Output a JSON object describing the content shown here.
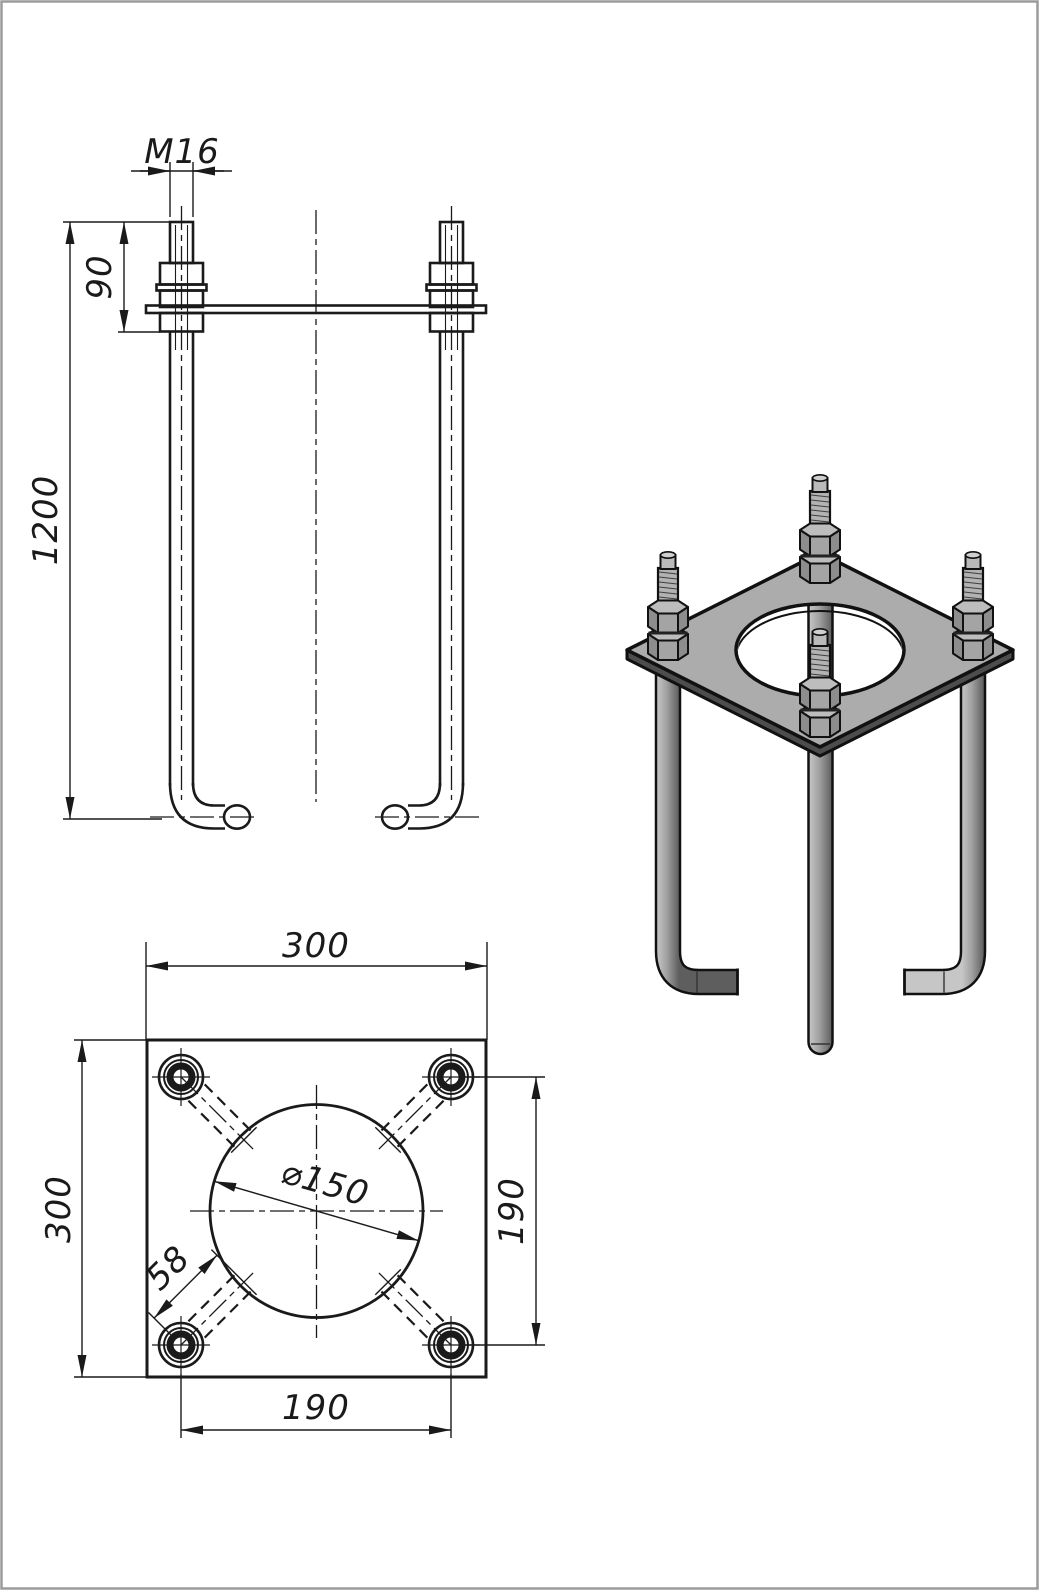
{
  "drawing": {
    "type": "anchor-bolt-foundation-assembly",
    "views": {
      "front_view": "front orthographic view of two L-shaped anchor bolts with template plate",
      "plan_view": "top view of square base plate",
      "isometric_view": "shaded 3D view of assembled anchor block"
    }
  },
  "dims": {
    "front": {
      "thread_size": "M16",
      "thread_projection": "90",
      "bolt_length": "1200"
    },
    "plan": {
      "plate_width": "300",
      "plate_height": "300",
      "hole_diameter": "⌀150",
      "bolt_spacing_horizontal": "190",
      "bolt_spacing_vertical": "190",
      "leg_length": "58"
    }
  },
  "colors": {
    "line": "#1a1a1a",
    "frame": "#9b9b9b",
    "plate_top": "#acacac",
    "plate_side": "#4d4d4d",
    "rod_mid": "#9a9a9a",
    "nut_side": "#8d8d8d",
    "nut_top": "#bdbdbd"
  }
}
